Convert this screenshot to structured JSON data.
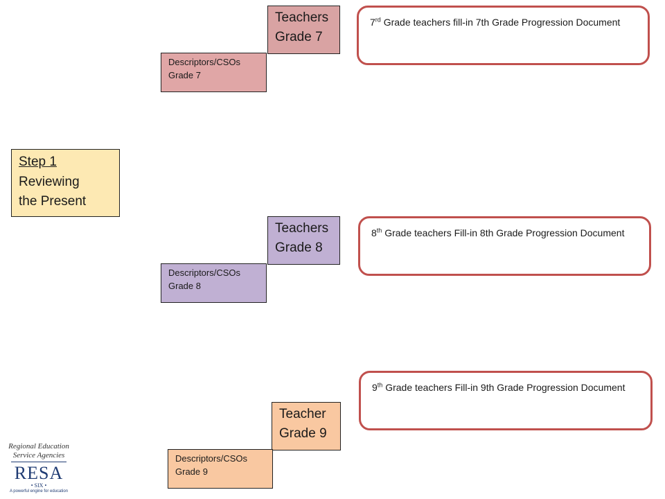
{
  "step": {
    "label": "Step 1",
    "line2": "Reviewing",
    "line3": "the Present"
  },
  "grade7": {
    "teachers_line1": "Teachers",
    "teachers_line2": "Grade 7",
    "desc_line1": "Descriptors/CSOs",
    "desc_line2": "Grade 7",
    "note_num": "7",
    "note_sup": "rd",
    "note_text": " Grade teachers fill-in 7th Grade Progression Document"
  },
  "grade8": {
    "teachers_line1": "Teachers",
    "teachers_line2": "Grade 8",
    "desc_line1": "Descriptors/CSOs",
    "desc_line2": "Grade 8",
    "note_num": "8",
    "note_sup": "th",
    "note_text": " Grade teachers Fill-in 8th Grade Progression Document"
  },
  "grade9": {
    "teachers_line1": "Teacher",
    "teachers_line2": "Grade 9",
    "desc_line1": "Descriptors/CSOs",
    "desc_line2": "Grade 9",
    "note_num": "9",
    "note_sup": "th",
    "note_text": " Grade teachers Fill-in 9th Grade Progression Document"
  },
  "logo": {
    "line1": "Regional Education",
    "line2": "Service Agencies",
    "name": "RESA",
    "region": "• SIX •",
    "tagline": "A powerful engine for education"
  },
  "colors": {
    "grade7": "#d9a3a3",
    "grade8": "#c0b0d3",
    "grade9": "#f9c8a1",
    "step": "#fde9b3",
    "note_border": "#c0504d",
    "logo": "#1f3b73"
  }
}
